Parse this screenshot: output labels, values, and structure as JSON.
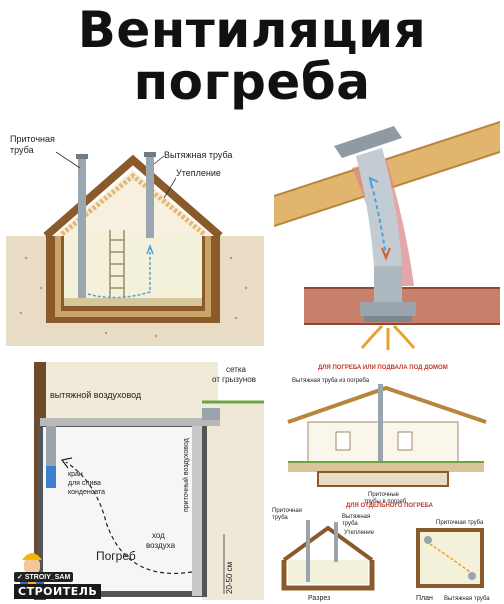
{
  "title": {
    "line1": "Вентиляция",
    "line2": "погреба"
  },
  "panel_tl": {
    "supply_pipe_1": "Приточная",
    "supply_pipe_2": "труба",
    "exhaust_pipe": "Вытяжная труба",
    "insulation": "Утепление"
  },
  "panel_bl": {
    "exhaust_duct": "вытяжной воздуховод",
    "rodent_mesh_1": "сетка",
    "rodent_mesh_2": "от грызунов",
    "supply_duct": "приточный воздуховод",
    "drain_tap_1": "кран",
    "drain_tap_2": "для слива",
    "drain_tap_3": "конденсата",
    "air_flow_1": "ход",
    "air_flow_2": "воздуха",
    "cellar": "Погреб",
    "height": "20-50 см"
  },
  "panel_br": {
    "header_house": "ДЛЯ ПОГРЕБА ИЛИ ПОДВАЛА ПОД ДОМОМ",
    "exhaust_from_cellar": "Вытяжная труба из погреба",
    "supply_pipes_1": "Приточные",
    "supply_pipes_2": "трубы в погреб",
    "header_separate": "ДЛЯ ОТДЕЛЬНОГО ПОГРЕБА",
    "supply_pipe": "Приточная",
    "supply_pipe_2": "труба",
    "exhaust_pipe": "Вытяжная",
    "exhaust_pipe_2": "труба",
    "insulation": "Утепление",
    "supply_pipe_plan": "Приточная труба",
    "exhaust_pipe_plan": "Вытяжная труба",
    "section": "Разрез",
    "plan": "План"
  },
  "watermark": {
    "handle": "STROIY_SAM",
    "brand": "СТРОИТЕЛЬ"
  },
  "icons": [
    "builder-mascot-icon",
    "vk-icon"
  ]
}
